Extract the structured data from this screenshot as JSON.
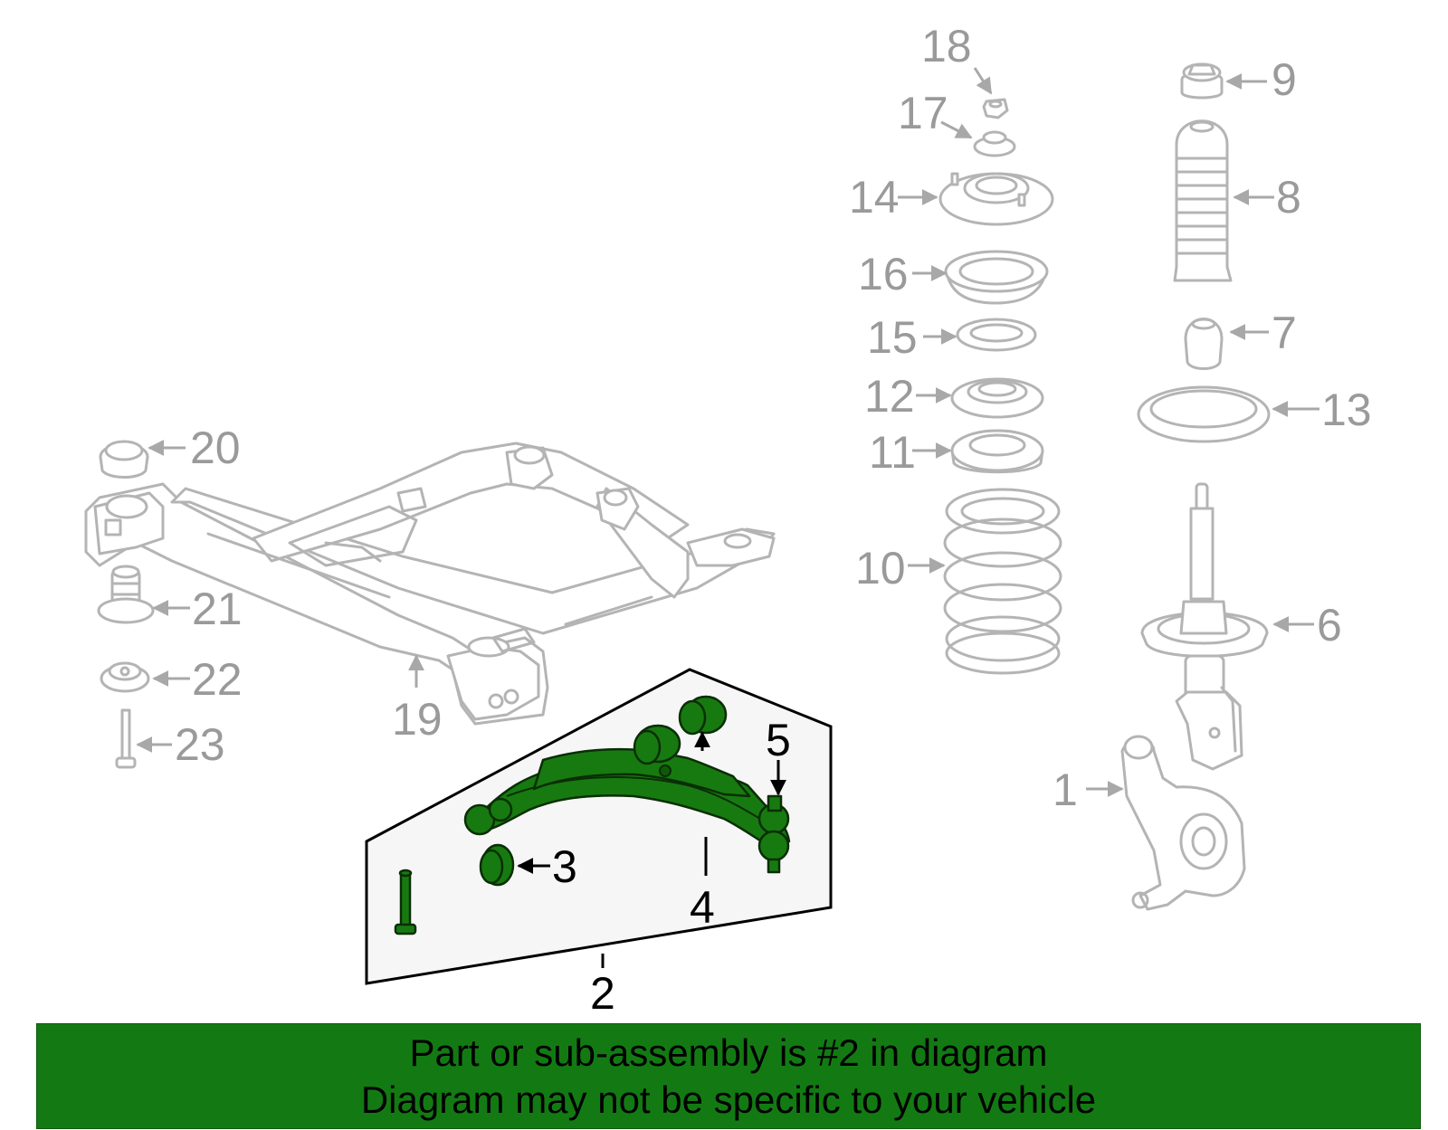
{
  "callouts": {
    "c1": "1",
    "c2": "2",
    "c3": "3",
    "c4": "4",
    "c5": "5",
    "c6": "6",
    "c7": "7",
    "c8": "8",
    "c9": "9",
    "c10": "10",
    "c11": "11",
    "c12": "12",
    "c13": "13",
    "c14": "14",
    "c15": "15",
    "c16": "16",
    "c17": "17",
    "c18": "18",
    "c19": "19",
    "c20": "20",
    "c21": "21",
    "c22": "22",
    "c23": "23"
  },
  "banner": {
    "line1": "Part or sub-assembly is #2 in diagram",
    "line2": "Diagram may not be specific to your vehicle"
  },
  "colors": {
    "highlight": "#177a10",
    "banner": "#137a13",
    "parts_gray": "#b4b4b4",
    "callout_gray": "#9a9a9a"
  }
}
